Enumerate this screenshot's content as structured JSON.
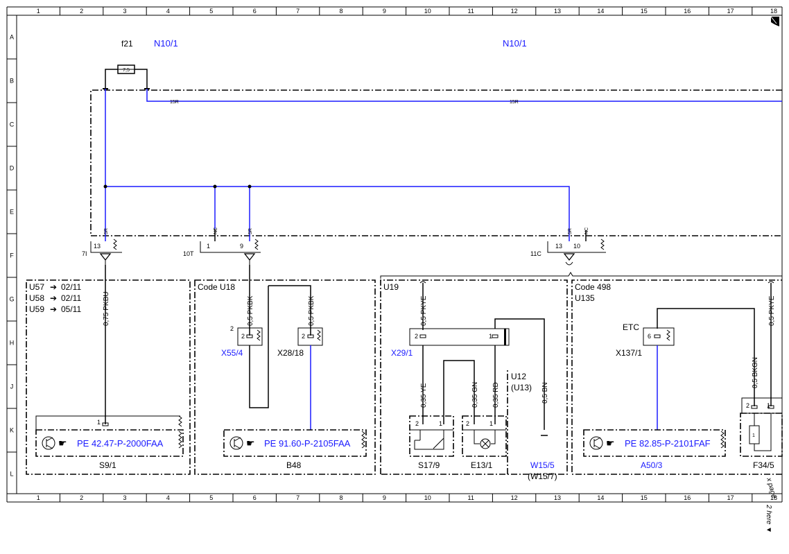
{
  "grid": {
    "columns": [
      "1",
      "2",
      "3",
      "4",
      "5",
      "6",
      "7",
      "8",
      "9",
      "10",
      "11",
      "12",
      "13",
      "14",
      "15",
      "16",
      "17",
      "18"
    ],
    "rows": [
      "A",
      "B",
      "C",
      "D",
      "E",
      "F",
      "G",
      "H",
      "J",
      "K",
      "L"
    ]
  },
  "header": {
    "left_module": "N10/1",
    "right_module": "N10/1",
    "fuse_id": "f21",
    "fuse_rating": "7,5"
  },
  "wire_tags": {
    "w1": "15R",
    "w2": "15R",
    "v1": "5R",
    "v2": "NC",
    "v3": "5R",
    "v4": "5R",
    "v5": "NC"
  },
  "connectors": {
    "c1": {
      "label": "7I",
      "pin": "13"
    },
    "c2": {
      "label": "10T",
      "pins": [
        "1",
        "9"
      ]
    },
    "c3": {
      "label": "11C",
      "pins": [
        "13",
        "10"
      ]
    }
  },
  "sections": {
    "s1": {
      "codes": [
        "U57",
        "U58",
        "U59"
      ],
      "dates": [
        "02/11",
        "02/11",
        "05/11"
      ],
      "wire": "0,75 PKBU",
      "pin": "1",
      "pe": "PE 42.47-P-2000FAA",
      "component": "S9/1"
    },
    "s2": {
      "code": "Code U18",
      "wire_a": "0,5 PKBK",
      "wire_b": "0,5 PKBK",
      "pin_a": "2",
      "pin_b": "2",
      "pin_a_outer": "2",
      "conn_a": "X55/4",
      "conn_b": "X28/18",
      "pe": "PE 91.60-P-2105FAA",
      "component": "B48"
    },
    "s3": {
      "code": "U19",
      "wire_top": "0,5 PKYE",
      "conn": "X29/1",
      "pin_l": "2",
      "pin_r": "1",
      "wire_ye": "0,35 YE",
      "wire_gn": "0,35 GN",
      "wire_rd": "0,35 RD",
      "wire_bn": "0,5 BN",
      "alt_code_1": "U12",
      "alt_code_2": "(U13)",
      "switch": {
        "pins": [
          "2",
          "1"
        ],
        "name": "S17/9"
      },
      "lamp": {
        "pins": [
          "2",
          "1"
        ],
        "name": "E13/1"
      },
      "ground": "W15/5",
      "ground_alt": "(W15/7)"
    },
    "s4": {
      "codes": [
        "Code 498",
        "U135"
      ],
      "etc": "ETC",
      "pin": "6",
      "conn": "X137/1",
      "wire_a": "0,5 BKGN",
      "wire_b": "0,5 PKYE",
      "pins": [
        "2",
        "1"
      ],
      "fuse_pin": "1",
      "pe": "PE 82.85-P-2101FAF",
      "component": "A50/3",
      "component2": "F34/5"
    }
  },
  "page_note": "2 here ▼",
  "page_note_cut": "x page"
}
